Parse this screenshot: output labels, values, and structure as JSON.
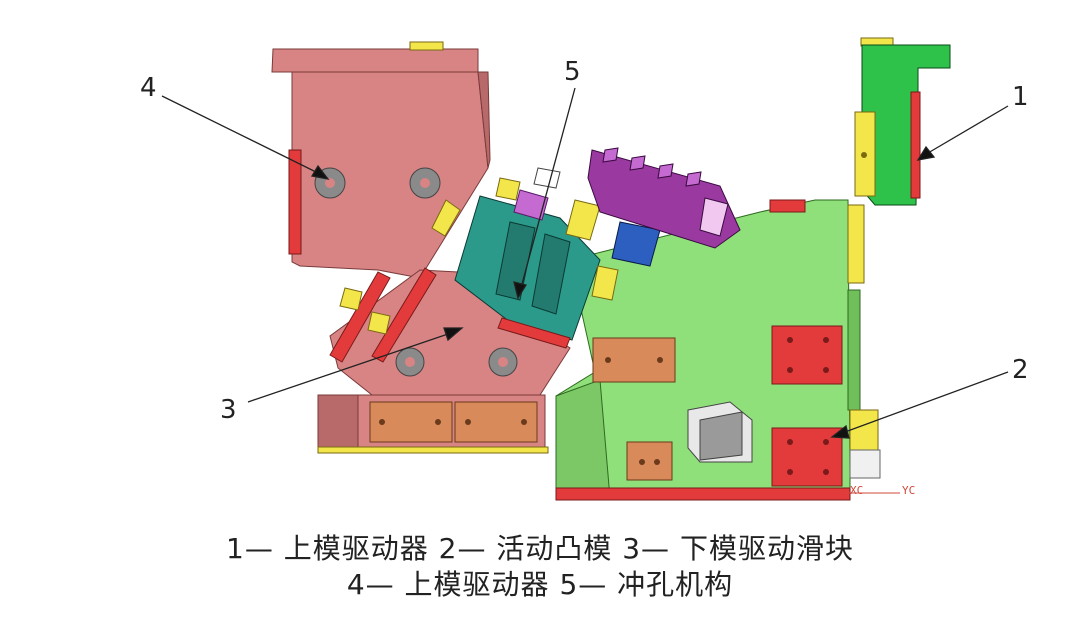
{
  "callouts": {
    "n1": "1",
    "n2": "2",
    "n3": "3",
    "n4": "4",
    "n5": "5"
  },
  "axis_labels": {
    "xc": "XC",
    "yc": "YC"
  },
  "caption": {
    "line1": "1— 上模驱动器 2— 活动凸模 3— 下模驱动滑块",
    "line2": "4— 上模驱动器 5— 冲孔机构"
  },
  "colors": {
    "upper_driver": "#d98484",
    "lower_slider": "#d98484",
    "punch_mech": "#2c9a8a",
    "die_body": "#8fe07a",
    "active_punch": "#e33b3b",
    "wear_plate": "#d88a5b",
    "guide": "#f2e64b",
    "purple_part": "#9a3aa0"
  }
}
